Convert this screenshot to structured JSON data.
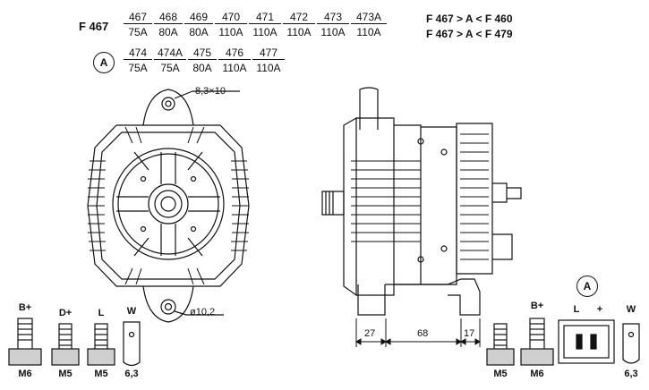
{
  "model": "F 467",
  "variants_row1": [
    {
      "num": "467",
      "amp": "75A"
    },
    {
      "num": "468",
      "amp": "80A"
    },
    {
      "num": "469",
      "amp": "80A"
    },
    {
      "num": "470",
      "amp": "110A"
    },
    {
      "num": "471",
      "amp": "110A"
    },
    {
      "num": "472",
      "amp": "110A"
    },
    {
      "num": "473",
      "amp": "110A"
    },
    {
      "num": "473A",
      "amp": "110A"
    }
  ],
  "variants_row2": [
    {
      "num": "474",
      "amp": "75A"
    },
    {
      "num": "474A",
      "amp": "75A"
    },
    {
      "num": "475",
      "amp": "80A"
    },
    {
      "num": "476",
      "amp": "110A"
    },
    {
      "num": "477",
      "amp": "110A"
    }
  ],
  "range_lines": [
    "F 467 > A < F 460",
    "F 467 > A < F 479"
  ],
  "circle_marker": "A",
  "dimensions": {
    "mount_hole": "8,3×10",
    "lower_hole": "ø10,2",
    "d1": "27",
    "d2": "68",
    "d3": "17"
  },
  "terminals_left": [
    {
      "top": "B+",
      "bottom": "M6"
    },
    {
      "top": "D+",
      "bottom": "M5"
    },
    {
      "top": "L",
      "bottom": "M5"
    },
    {
      "top": "W",
      "bottom": "6,3"
    }
  ],
  "terminals_right": [
    {
      "top": "",
      "bottom": "M5"
    },
    {
      "top": "B+",
      "bottom": "M6"
    }
  ],
  "connector": {
    "marker": "A",
    "l": "L",
    "plus": "+",
    "w": "W",
    "w_size": "6,3"
  }
}
